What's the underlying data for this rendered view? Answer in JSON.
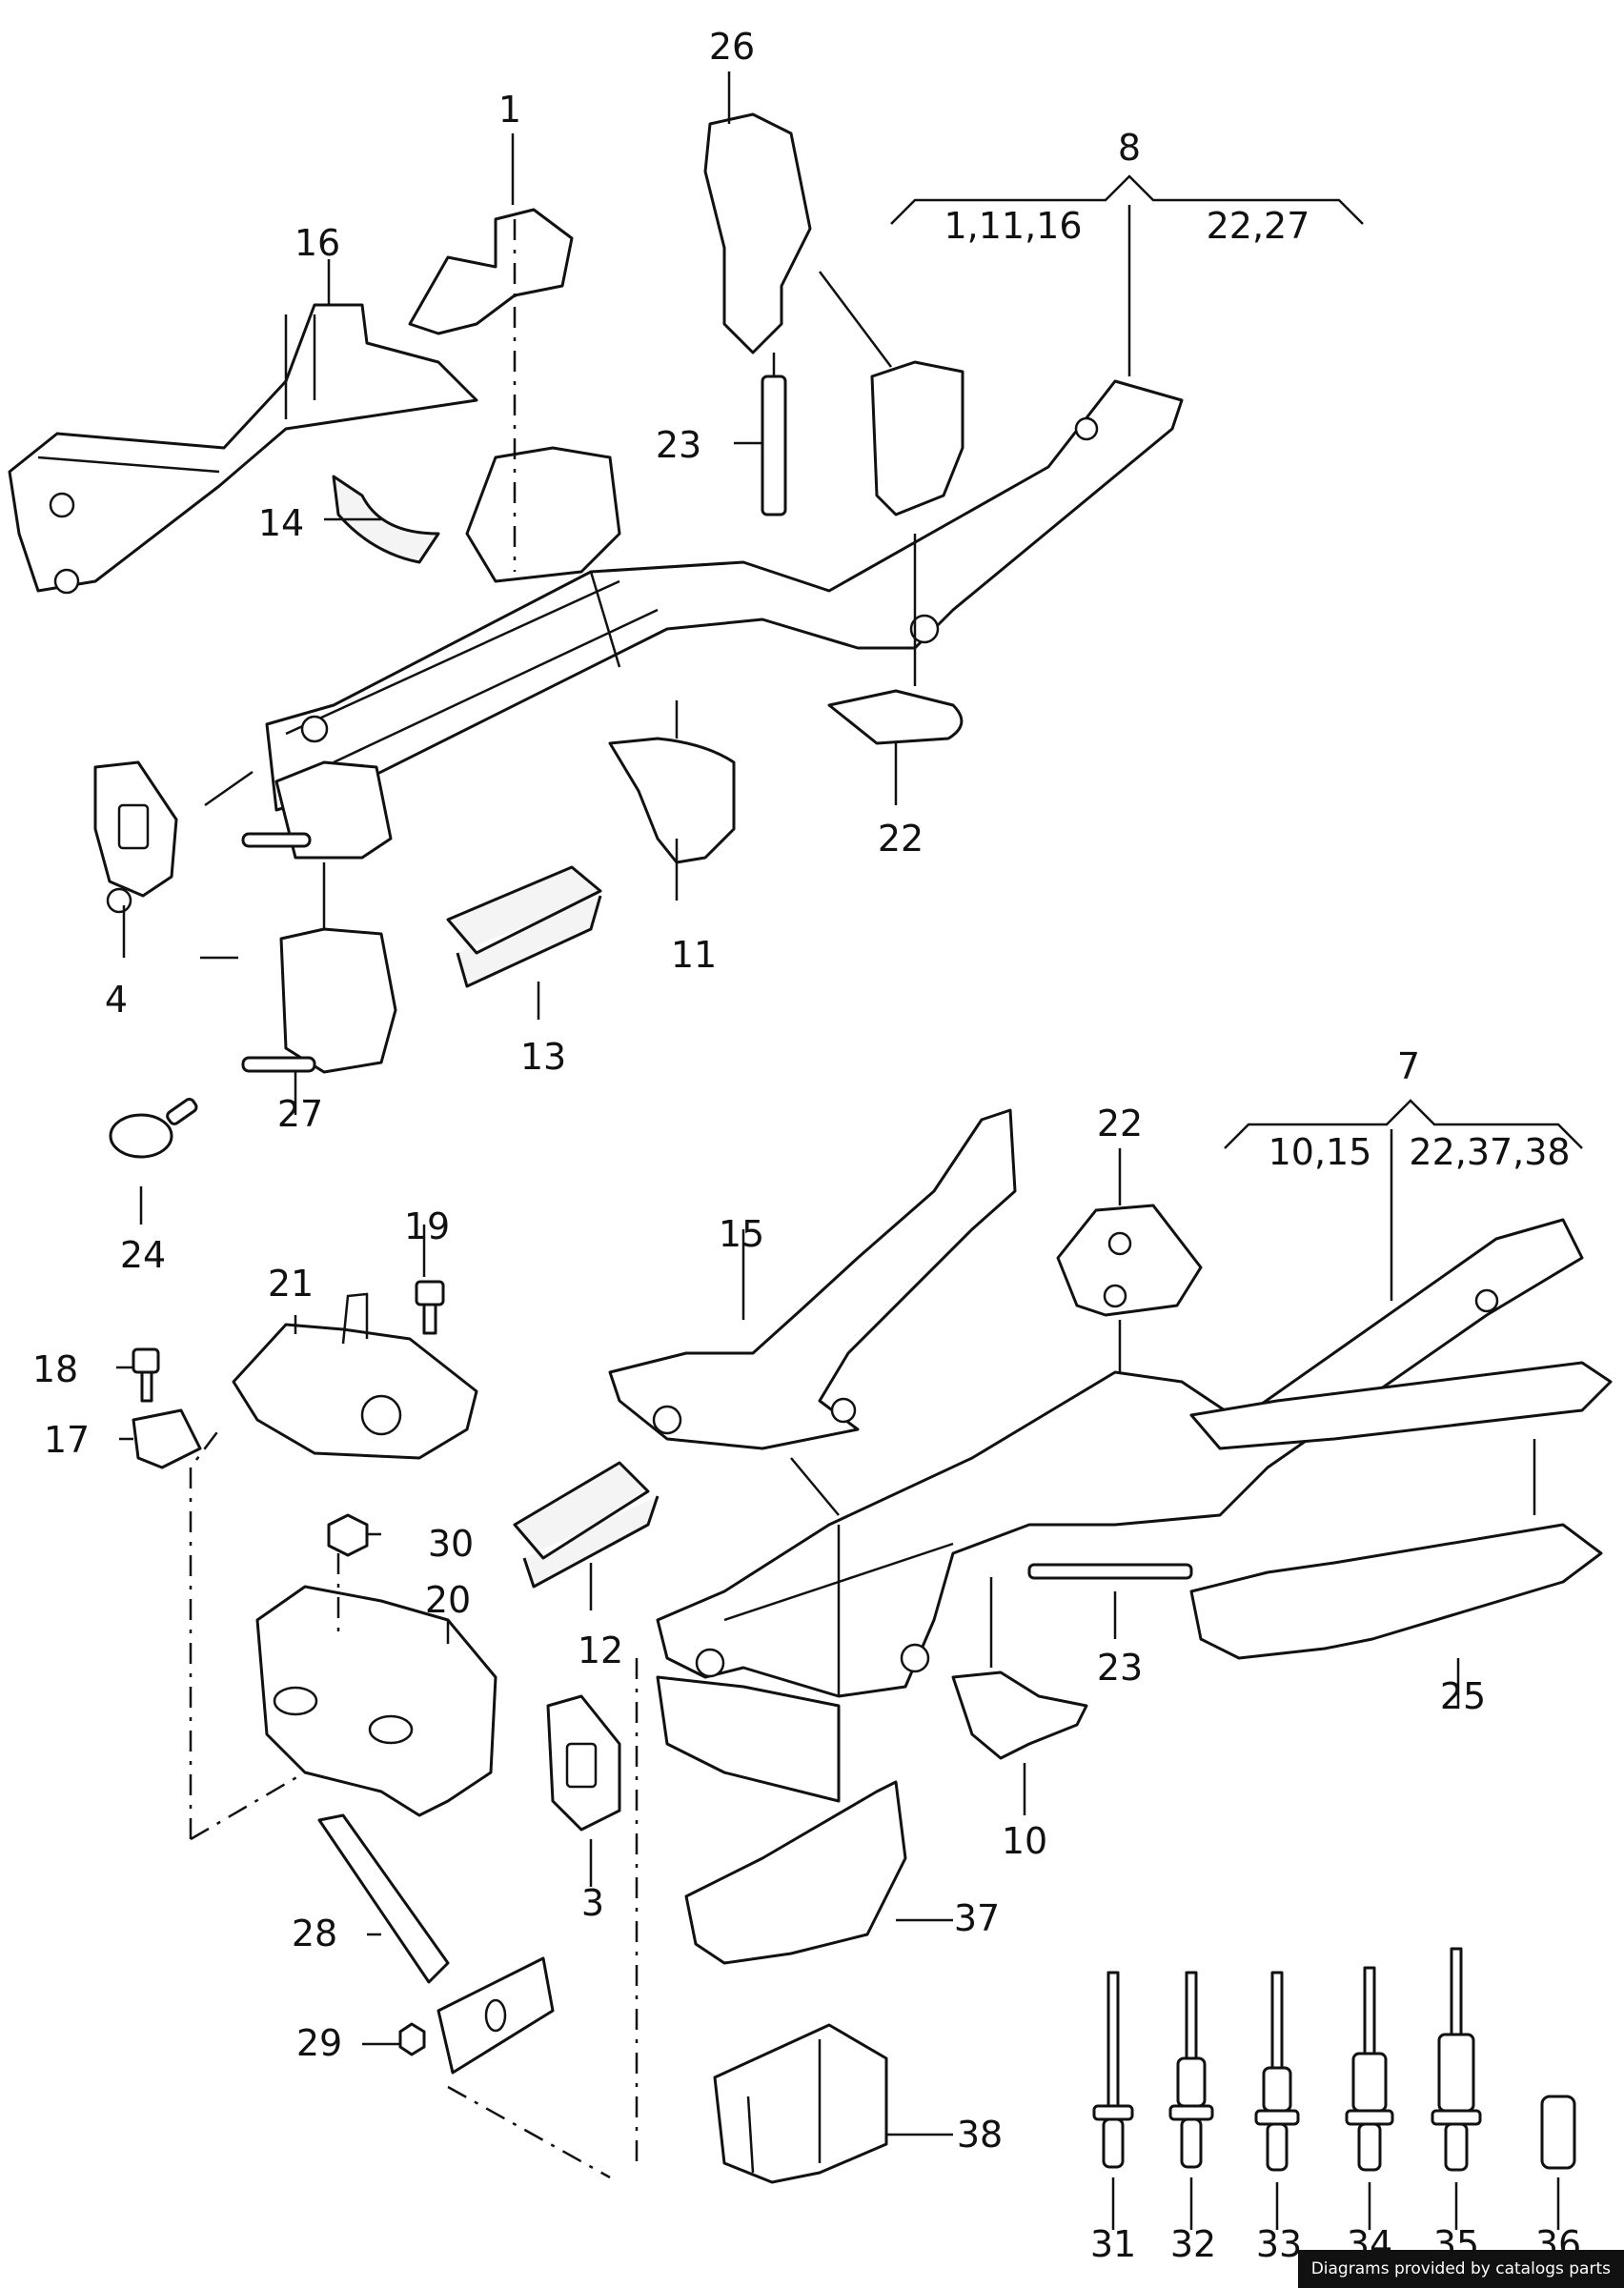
{
  "credit": "Diagrams provided by catalogs parts",
  "groups": {
    "g8": {
      "number": "8",
      "left": "1,11,16",
      "right": "22,27"
    },
    "g7": {
      "number": "7",
      "left": "10,15",
      "right": "22,37,38"
    }
  },
  "labels": {
    "p1": "1",
    "p3": "3",
    "p4": "4",
    "p7": "7",
    "p8": "8",
    "p10": "10",
    "p11": "11",
    "p12": "12",
    "p13": "13",
    "p14": "14",
    "p15": "15",
    "p16": "16",
    "p17": "17",
    "p18": "18",
    "p19": "19",
    "p20": "20",
    "p21": "21",
    "p22a": "22",
    "p22b": "22",
    "p23a": "23",
    "p23b": "23",
    "p24": "24",
    "p25": "25",
    "p26": "26",
    "p27": "27",
    "p28": "28",
    "p29": "29",
    "p30": "30",
    "p31": "31",
    "p32": "32",
    "p33": "33",
    "p34": "34",
    "p35": "35",
    "p36": "36",
    "p37": "37",
    "p38": "38"
  }
}
